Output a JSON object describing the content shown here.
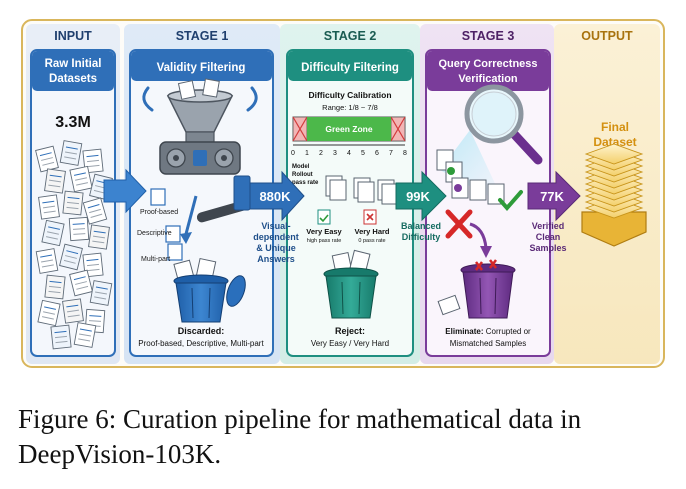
{
  "diagram": {
    "columns": {
      "input": "INPUT",
      "stage1": "STAGE 1",
      "stage2": "STAGE 2",
      "stage3": "STAGE 3",
      "output": "OUTPUT"
    },
    "input_panel": {
      "title_line1": "Raw Initial",
      "title_line2": "Datasets",
      "count": "3.3M"
    },
    "stage1_panel": {
      "title": "Validity Filtering",
      "labels": [
        "Proof-based",
        "Descriptive",
        "Multi-part"
      ],
      "discard_title": "Discarded:",
      "discard_detail": "Proof-based, Descriptive, Multi-part"
    },
    "stage2_panel": {
      "title": "Difficulty Filtering",
      "calibration_title": "Difficulty Calibration",
      "range": "Range: 1/8 ~ 7/8",
      "green_zone": "Green Zone",
      "axis_ticks": [
        "0",
        "1",
        "2",
        "3",
        "4",
        "5",
        "6",
        "7",
        "8"
      ],
      "rollout_line1": "Model",
      "rollout_line2": "Rollout",
      "rollout_line3": "pass rate",
      "very_easy": "Very Easy",
      "very_easy_sub": "high pass rate",
      "very_hard": "Very Hard",
      "very_hard_sub": "0 pass rate",
      "reject_title": "Reject:",
      "reject_detail": "Very Easy / Very Hard"
    },
    "stage3_panel": {
      "title_line1": "Query Correctness",
      "title_line2": "Verification",
      "eliminate_title": "Eliminate:",
      "eliminate_detail": "Corrupted or",
      "eliminate_detail2": "Mismatched Samples"
    },
    "output_panel": {
      "line1": "Final",
      "line2": "Dataset"
    },
    "flows": {
      "count1": "880K",
      "label1_line1": "Visual-",
      "label1_line2": "dependent",
      "label1_line3": "& Unique",
      "label1_line4": "Answers",
      "count2": "99K",
      "label2_line1": "Balanced",
      "label2_line2": "Difficulty",
      "count3": "77K",
      "label3_line1": "Verified",
      "label3_line2": "Clean",
      "label3_line3": "Samples"
    },
    "colors": {
      "input": "#2f6fb8",
      "stage1": "#2f6fb8",
      "stage2": "#1e8f80",
      "stage3": "#7a3c9a",
      "output": "#e3a21b"
    }
  },
  "caption": "Figure 6:  Curation pipeline for mathematical data in DeepVision-103K."
}
